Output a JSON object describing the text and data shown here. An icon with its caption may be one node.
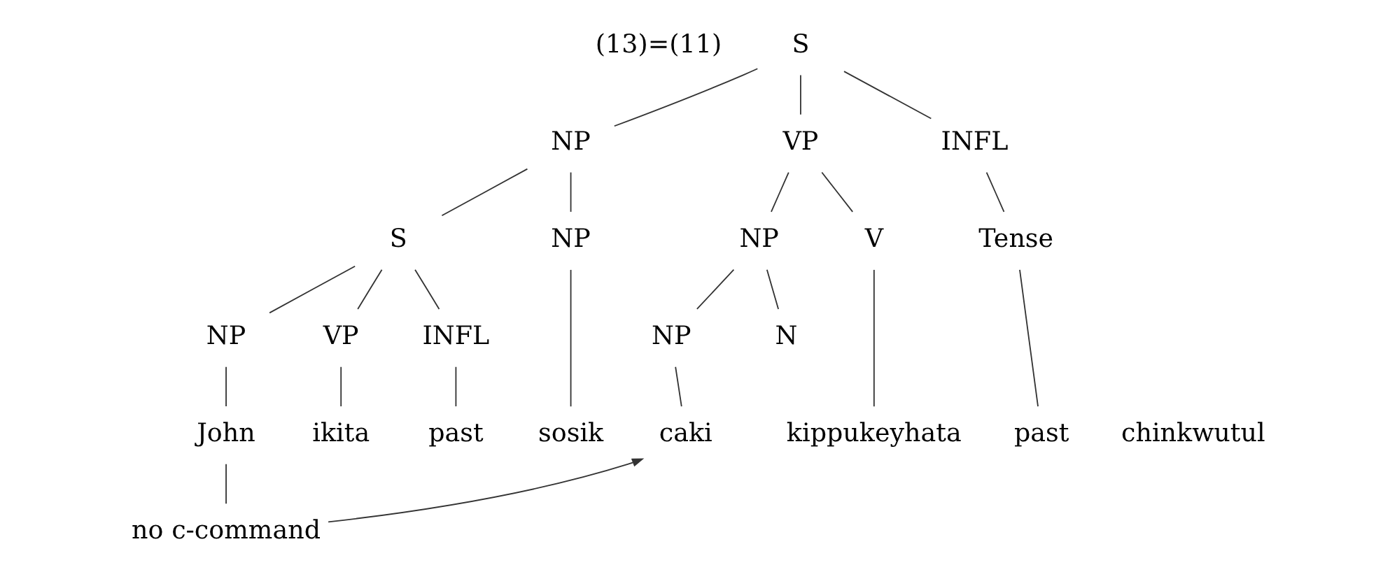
{
  "diagram": {
    "nodes": [
      {
        "text": [
          "S"
        ]
      },
      {
        "text": [
          "NP"
        ]
      },
      {
        "text": [
          "VP"
        ]
      },
      {
        "text": [
          "INFL"
        ]
      },
      {
        "text": [
          "S"
        ]
      },
      {
        "text": [
          "NP"
        ]
      },
      {
        "text": [
          "NP"
        ]
      },
      {
        "text": [
          "V"
        ]
      },
      {
        "text": [
          "Tense"
        ]
      },
      {
        "text": [
          "NP"
        ]
      },
      {
        "text": [
          "VP"
        ]
      },
      {
        "text": [
          "INFL"
        ]
      },
      {
        "text": [
          "NP"
        ]
      },
      {
        "text": [
          "N"
        ]
      },
      {
        "text": [
          "John"
        ]
      },
      {
        "text": [
          "ikita"
        ]
      },
      {
        "text": [
          "past"
        ]
      },
      {
        "text": [
          "sosik"
        ]
      },
      {
        "text": [
          "caki"
        ]
      },
      {
        "text": [
          "chinkwutul"
        ]
      },
      {
        "text": [
          "kippukeyhata"
        ]
      },
      {
        "text": [
          "past"
        ]
      },
      {
        "text": [
          "no c-command"
        ]
      }
    ],
    "edges": [
      {
        "from": 0,
        "to": 1,
        "arrow": "none"
      },
      {
        "from": 0,
        "to": 2,
        "arrow": "none"
      },
      {
        "from": 0,
        "to": 3,
        "arrow": "none"
      },
      {
        "from": 1,
        "to": 4,
        "arrow": "none"
      },
      {
        "from": 1,
        "to": 5,
        "arrow": "none"
      },
      {
        "from": 2,
        "to": 6,
        "arrow": "none"
      },
      {
        "from": 2,
        "to": 7,
        "arrow": "none"
      },
      {
        "from": 3,
        "to": 8,
        "arrow": "none"
      },
      {
        "from": 4,
        "to": 9,
        "arrow": "none"
      },
      {
        "from": 4,
        "to": 10,
        "arrow": "none"
      },
      {
        "from": 4,
        "to": 11,
        "arrow": "none"
      },
      {
        "from": 5,
        "to": 17,
        "arrow": "none"
      },
      {
        "from": 6,
        "to": 12,
        "arrow": "none"
      },
      {
        "from": 6,
        "to": 13,
        "arrow": "none"
      },
      {
        "from": 9,
        "to": 14,
        "arrow": "none"
      },
      {
        "from": 10,
        "to": 15,
        "arrow": "none"
      },
      {
        "from": 11,
        "to": 16,
        "arrow": "none"
      },
      {
        "from": 12,
        "to": 18,
        "arrow": "none"
      },
      {
        "from": 7,
        "to": 20,
        "arrow": "none"
      },
      {
        "from": 8,
        "to": 21,
        "arrow": "none"
      },
      {
        "from": 14,
        "to": 22,
        "arrow": "none"
      },
      {
        "from": 22,
        "to": 18,
        "arrow": "to"
      }
    ],
    "labels": [
      "(13)=(11)"
    ]
  }
}
